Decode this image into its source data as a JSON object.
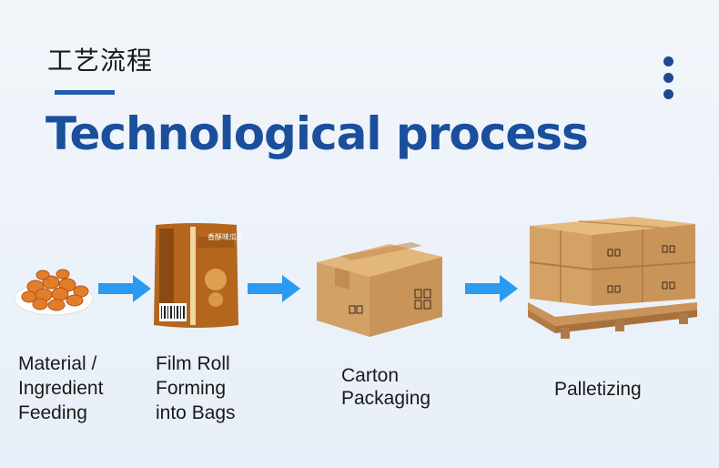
{
  "header": {
    "title_cn": "工艺流程",
    "title_en": "Technological process"
  },
  "steps": [
    {
      "label_lines": [
        "Material /",
        "Ingredient",
        "Feeding"
      ],
      "icon": "bowl-of-beans-icon"
    },
    {
      "label_lines": [
        "Film Roll",
        "Forming",
        "into Bags"
      ],
      "icon": "snack-bag-icon"
    },
    {
      "label_lines": [
        "Carton",
        "Packaging"
      ],
      "icon": "carton-box-icon"
    },
    {
      "label_lines": [
        "Palletizing"
      ],
      "icon": "pallet-boxes-icon"
    }
  ],
  "bag_text": "香酥味瓜子",
  "colors": {
    "accent": "#1a4f9c",
    "arrow": "#2a9bf0",
    "carton": "#d4a46a"
  }
}
